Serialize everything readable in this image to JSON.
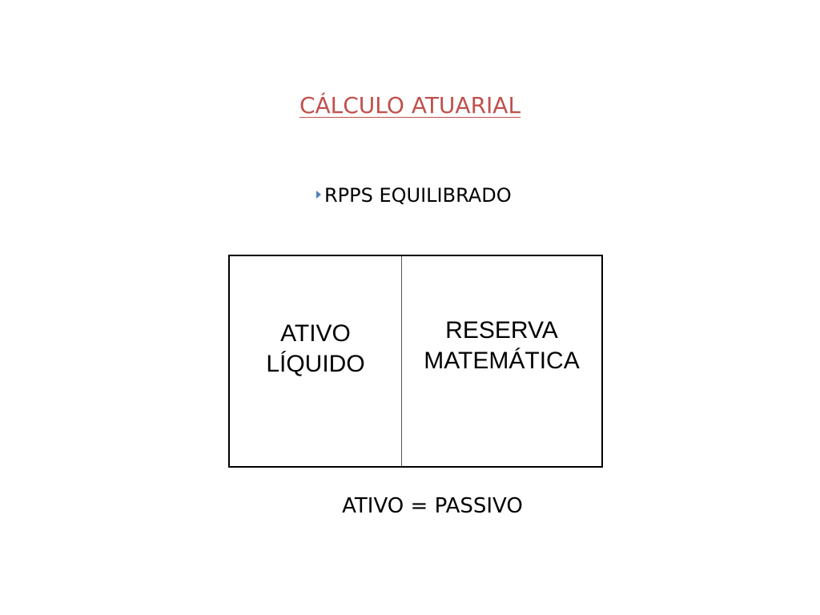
{
  "slide": {
    "title": "CÁLCULO ATUARIAL",
    "bullet": {
      "icon": "triangle-right-bullet-icon",
      "text": "RPPS EQUILIBRADO"
    },
    "balance_box": {
      "left": {
        "line1": "ATIVO",
        "line2": "LÍQUIDO"
      },
      "right": {
        "line1": "RESERVA",
        "line2": "MATEMÁTICA"
      }
    },
    "equation": "ATIVO = PASSIVO"
  },
  "colors": {
    "title": "#c0504d",
    "bullet": "#4f81bd",
    "text": "#000000"
  }
}
